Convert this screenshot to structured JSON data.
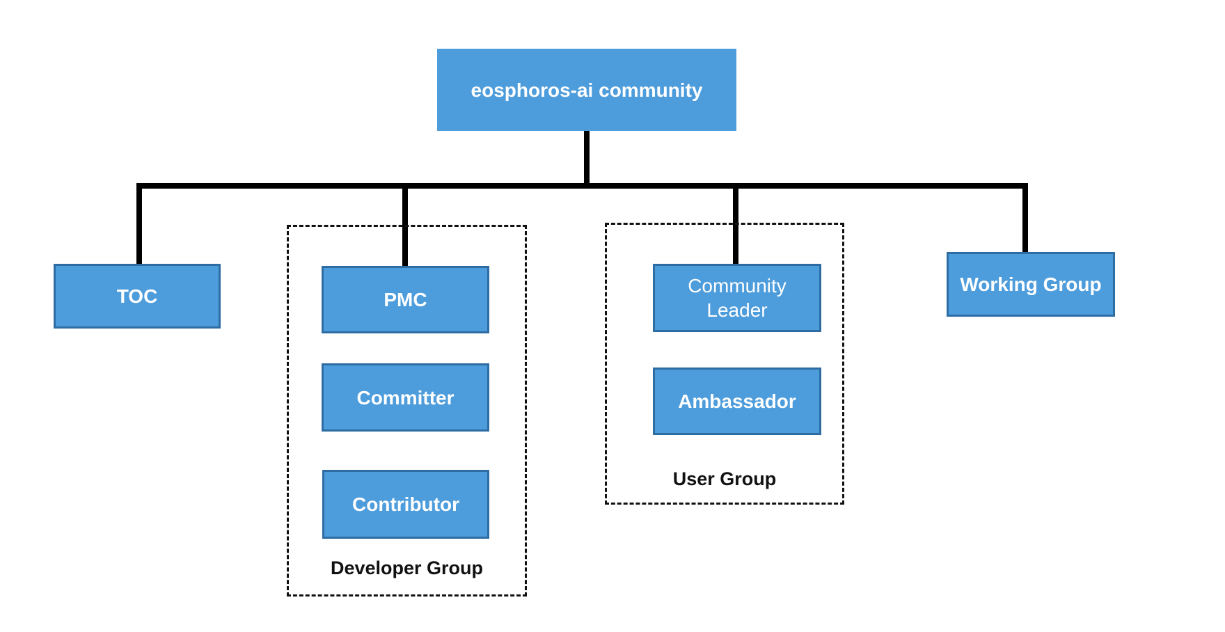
{
  "diagram": {
    "root": {
      "label": "eosphoros-ai community"
    },
    "nodes": {
      "toc": {
        "label": "TOC"
      },
      "pmc": {
        "label": "PMC"
      },
      "committer": {
        "label": "Committer"
      },
      "contributor": {
        "label": "Contributor"
      },
      "community_leader": {
        "label": "Community Leader"
      },
      "ambassador": {
        "label": "Ambassador"
      },
      "working_group": {
        "label": "Working Group"
      }
    },
    "groups": {
      "developer": {
        "label": "Developer Group"
      },
      "user": {
        "label": "User Group"
      }
    },
    "colors": {
      "node_fill": "#4D9CDB",
      "node_border": "#2E6DA4",
      "node_text": "#FFFFFF",
      "connector": "#000000",
      "group_border": "#111111",
      "label_text": "#111111"
    }
  }
}
